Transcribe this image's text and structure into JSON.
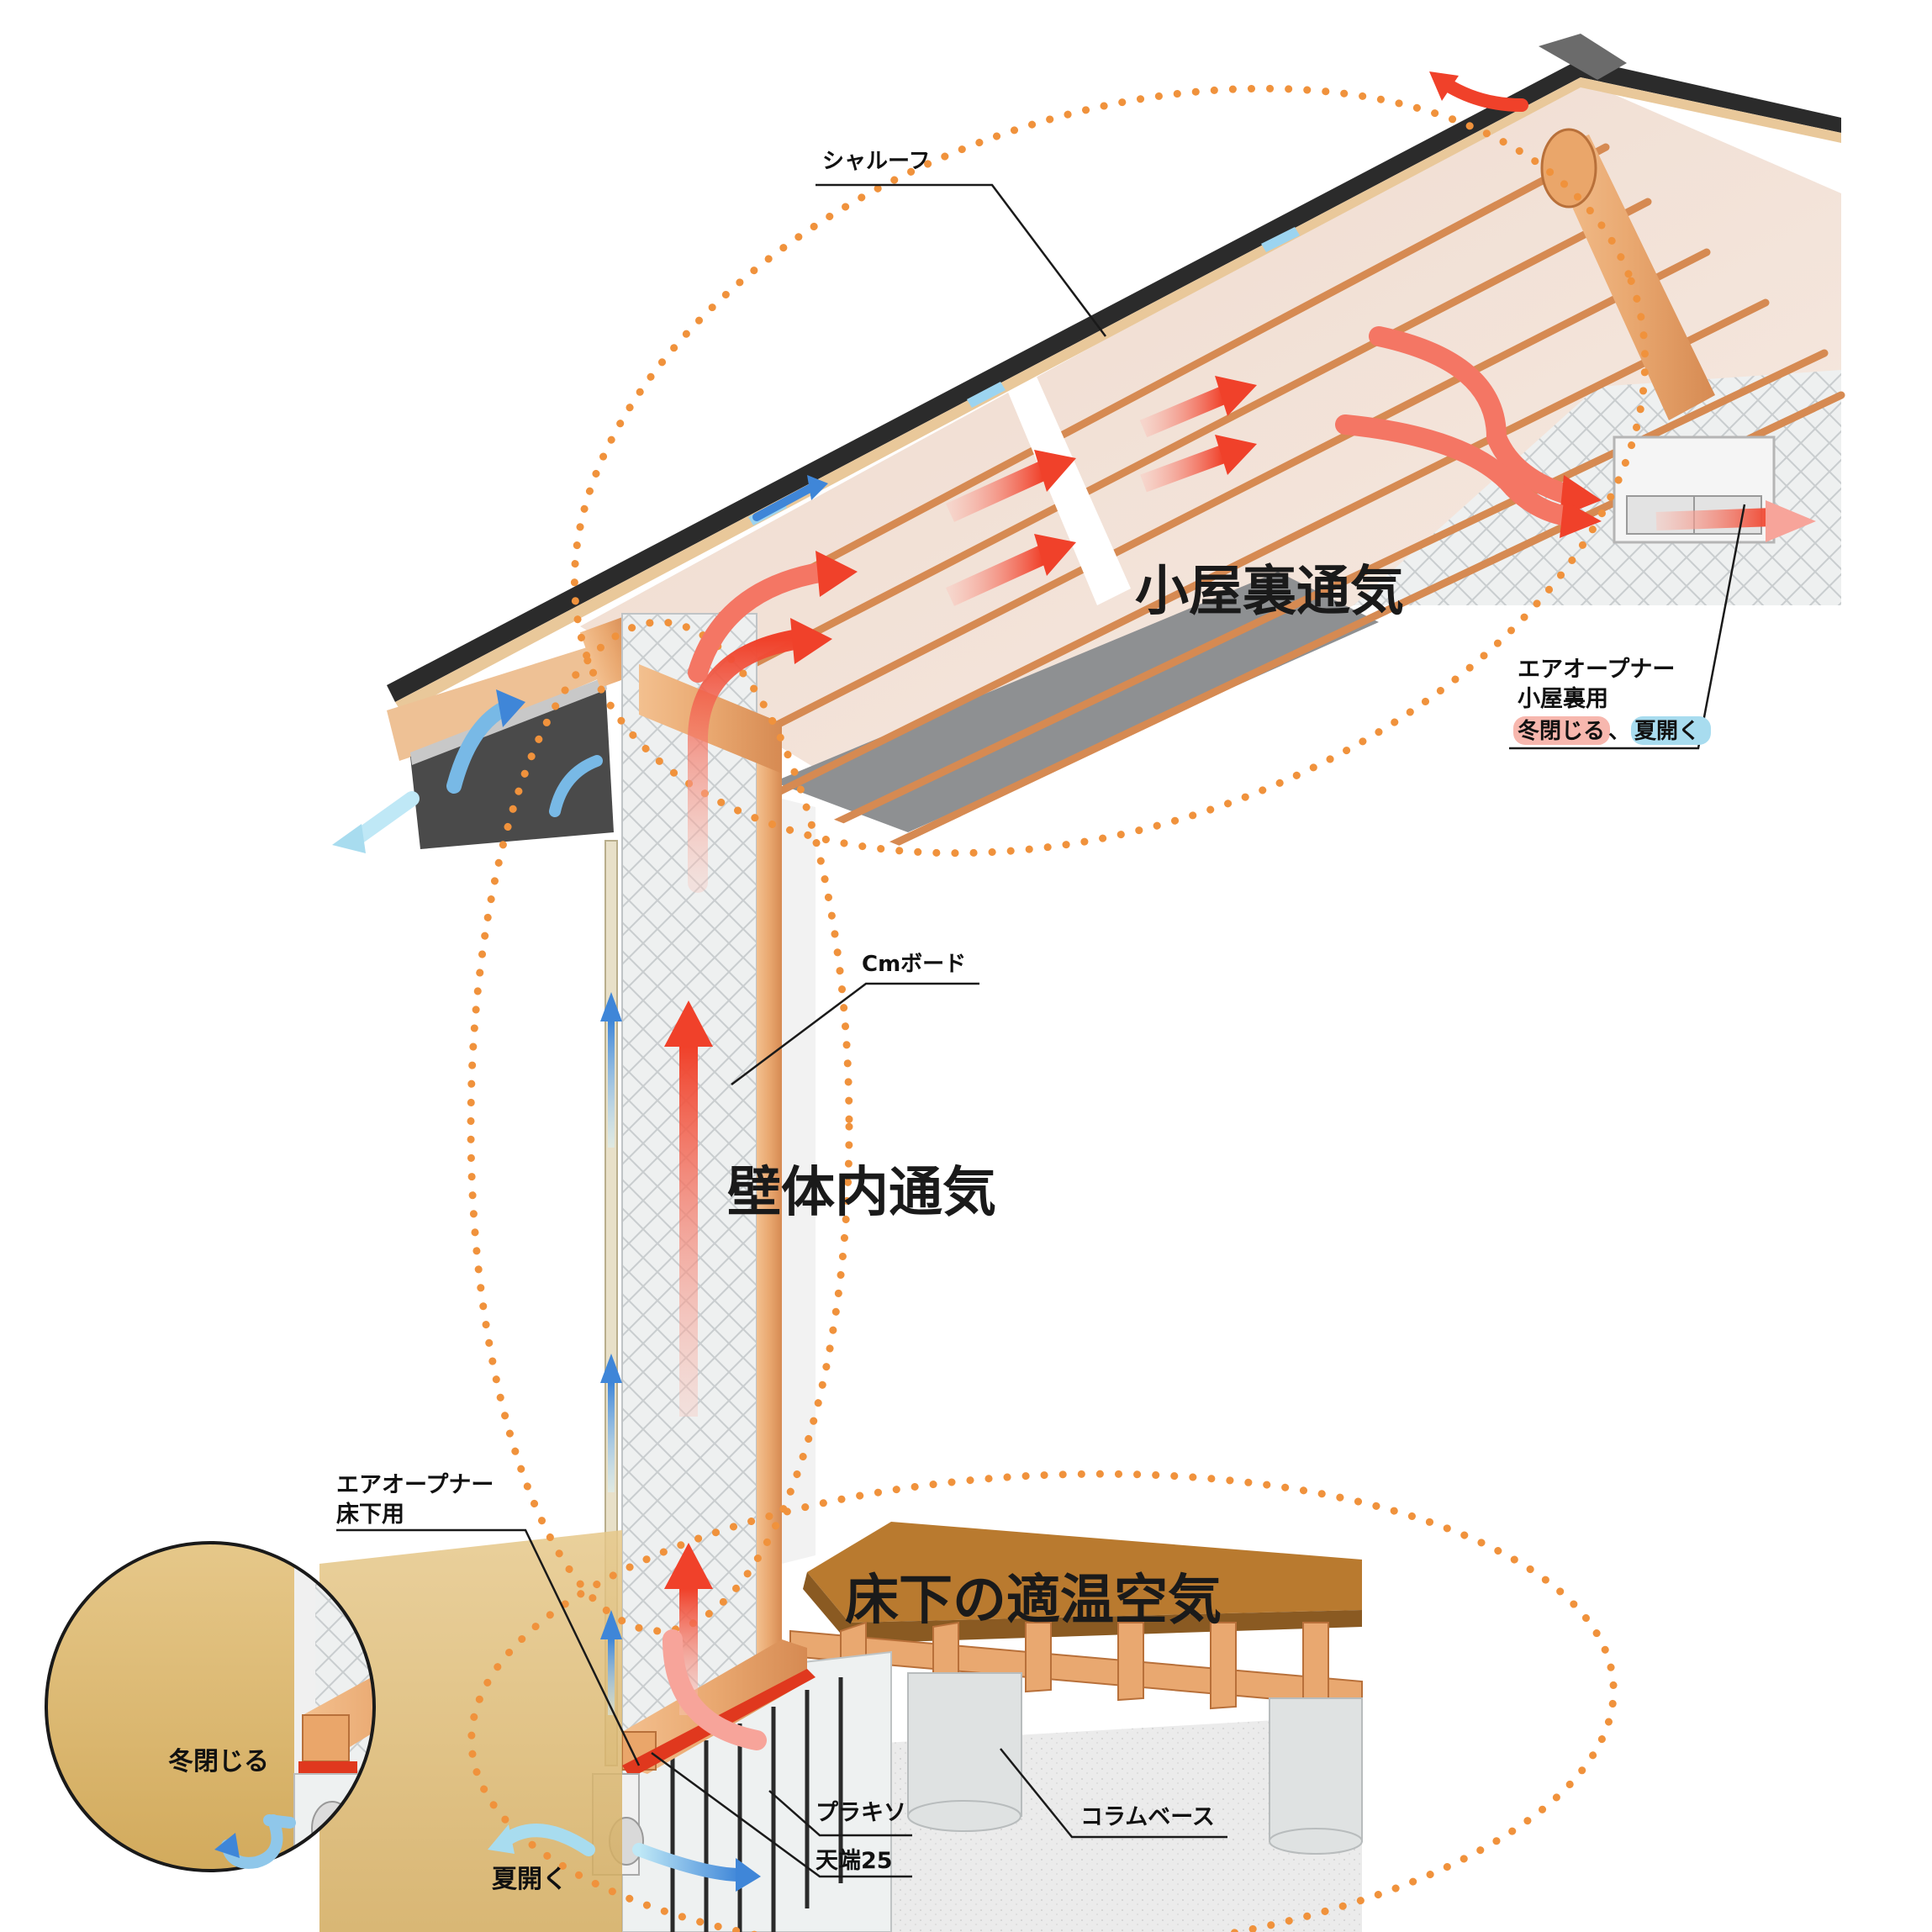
{
  "labels": {
    "attic_ventilation": "小屋裏通気",
    "wall_ventilation": "壁体内通気",
    "underfloor_air": "床下の適温空気",
    "shalroof": "シャルーフ",
    "cm_board": "Cmボード",
    "air_opener_attic_line1": "エアオープナー",
    "air_opener_attic_line2": "小屋裏用",
    "attic_winter": "冬閉じる",
    "attic_sep": "、",
    "attic_summer": "夏開く",
    "air_opener_floor_line1": "エアオープナー",
    "air_opener_floor_line2": "床下用",
    "winter_close": "冬閉じる",
    "summer_open": "夏開く",
    "purakiso": "プラキソ",
    "tenba25": "天端25",
    "column_base": "コラムベース"
  },
  "colors": {
    "warm_air": "#f0412a",
    "warm_air_light": "#f7a49a",
    "cool_air": "#3f86d8",
    "cool_air_light": "#a8dcef",
    "zone_outline": "#f0923c",
    "wood": "#e9a870",
    "wood_dark": "#c9783f",
    "roof": "#2b2b2b",
    "board": "#eceeee",
    "floor_board": "#b97a2f",
    "soil": "#d8b672"
  },
  "icons": [
    "warm-air-arrow",
    "cool-air-arrow",
    "zone-outline"
  ]
}
